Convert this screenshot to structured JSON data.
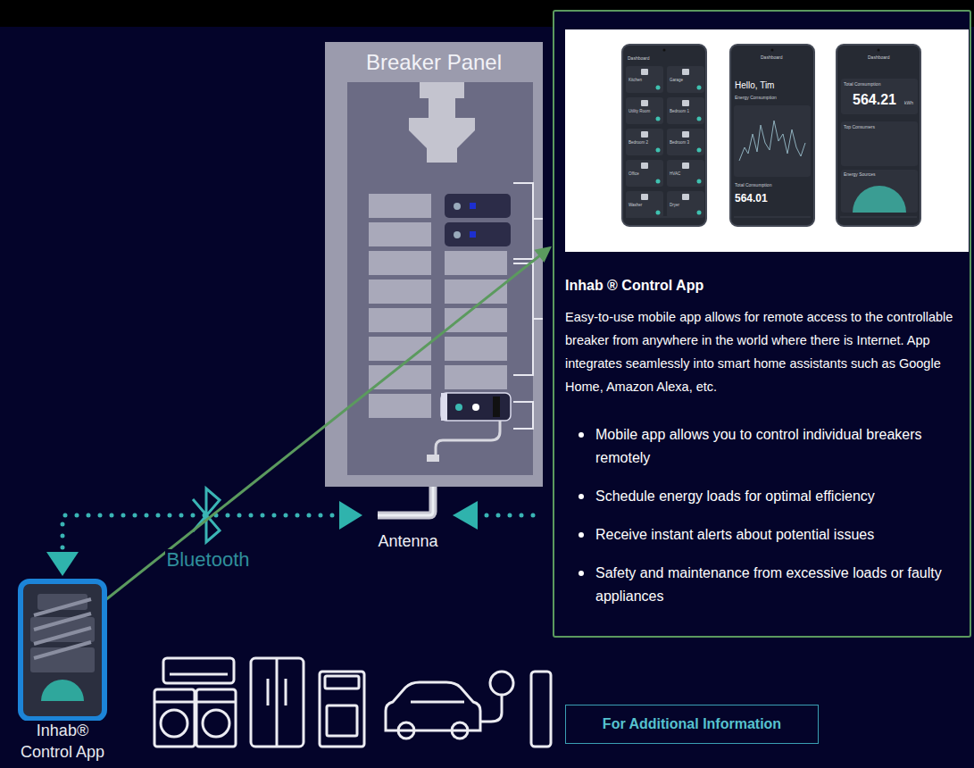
{
  "diagram": {
    "nodes": [
      {
        "text": [
          "Breaker Panel"
        ]
      },
      {
        "text": [
          "Antenna"
        ]
      },
      {
        "text": [
          "Inhab® Control App"
        ]
      },
      {
        "text": [
          "Inhab ® Control App",
          "Easy-to-use mobile app allows for remote access to the controllable breaker from anywhere in the world where there is Internet. App integrates seamlessly into smart home assistants such as Google Home, Amazon Alexa, etc.",
          "Mobile app allows you to control individual breakers remotely",
          "Schedule energy loads for optimal efficiency",
          "Receive instant alerts about potential issues",
          "Safety and maintenance from excessive loads or faulty appliances"
        ]
      },
      {
        "text": [
          "For Additional Information"
        ]
      }
    ],
    "edges": [
      {
        "from": 1,
        "to": 2,
        "arrow": "both",
        "label": "Bluetooth"
      },
      {
        "from": 2,
        "to": 3,
        "arrow": "to"
      }
    ],
    "labels": [
      "Dashboard",
      "Kitchen",
      "Garage",
      "Utility Room",
      "Bedroom 1",
      "Bedroom 2",
      "Bedroom 3",
      "Office",
      "HVAC",
      "Washer",
      "Dryer",
      "Dashboard",
      "Hello, Tim",
      "Energy Consumption",
      "Total Consumption",
      "564.01",
      "Dashboard",
      "Total Consumption",
      "564.21",
      "kWh",
      "Top Consumers",
      "Energy Sources"
    ]
  }
}
